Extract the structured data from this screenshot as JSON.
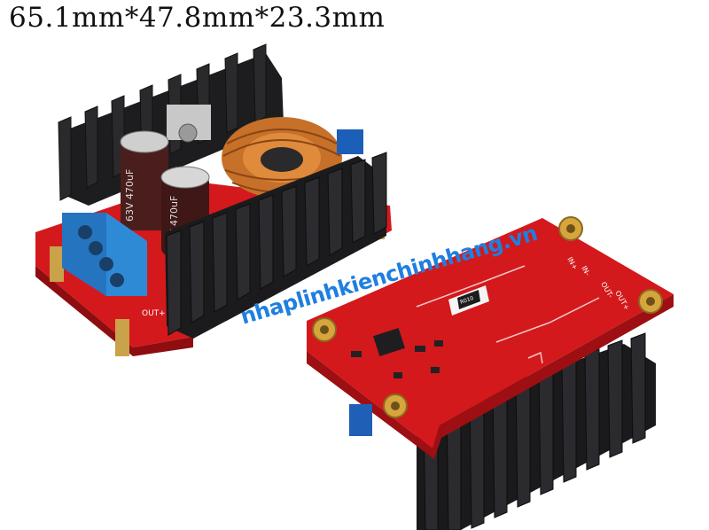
{
  "title": "65.1mm*47.8mm*23.3mm",
  "watermark": "nhaplinhkienchinhhang.vn",
  "board_labels": {
    "capacitor_left": "63V 470uF",
    "capacitor_right": "63V 470uF",
    "resistor": "R010",
    "pin_in_plus": "IN+",
    "pin_in_minus": "IN-",
    "pin_out_plus": "OUT+",
    "pin_out_minus": "OUT-",
    "pin_out_front": "OUT+"
  }
}
